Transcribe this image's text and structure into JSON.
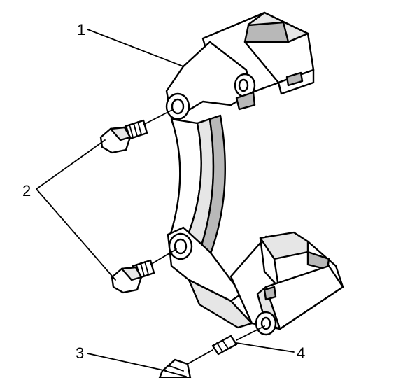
{
  "callouts": {
    "one": "1",
    "two": "2",
    "three": "3",
    "four": "4"
  },
  "parts": {
    "bracket": "caliper-bracket",
    "upper_bolt": "bracket-bolt",
    "lower_bolt": "bracket-bolt",
    "bottom_bolt": "bolt",
    "pin": "guide-pin"
  },
  "colors": {
    "ink": "#000000",
    "background": "#ffffff",
    "shade_light": "#e6e6e6",
    "shade_dark": "#b8b8b8"
  }
}
